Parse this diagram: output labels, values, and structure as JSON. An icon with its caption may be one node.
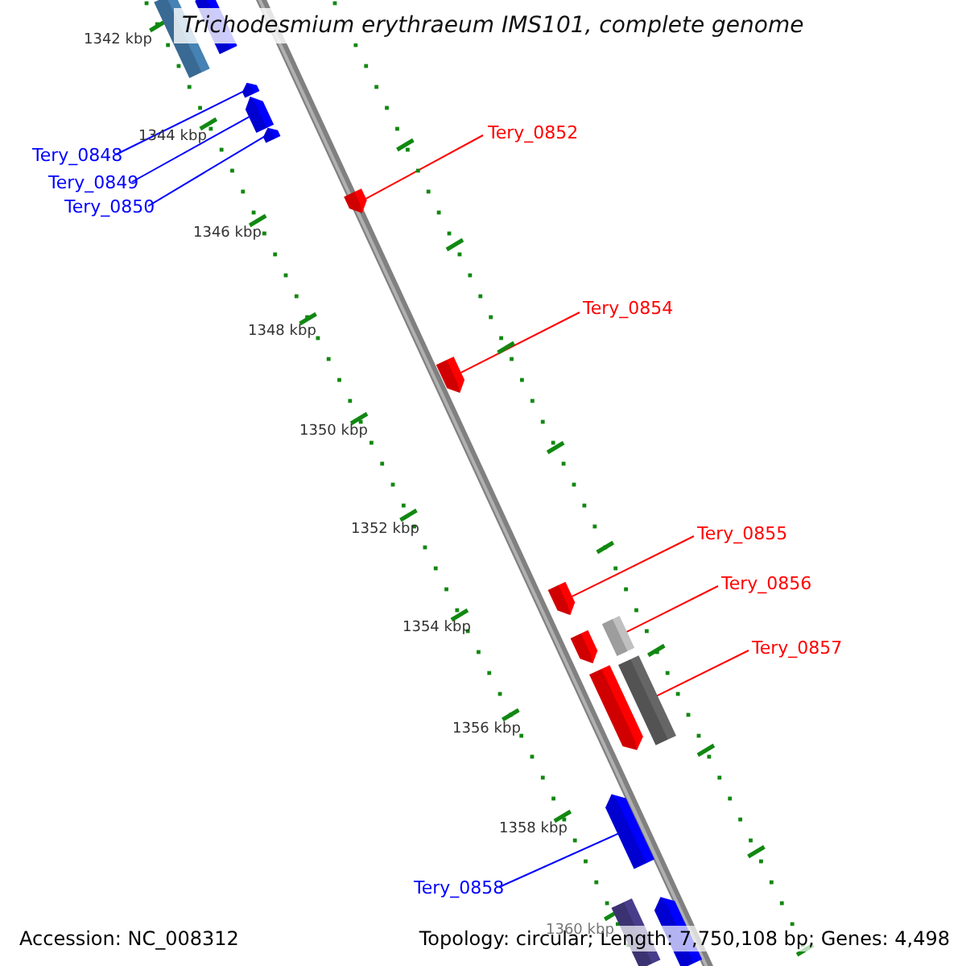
{
  "diagram": {
    "title": "Trichodesmium erythraeum IMS101, complete genome",
    "nodes": [
      {
        "text": [],
        "shape": "bar"
      },
      {
        "text": [],
        "shape": "bar"
      },
      {
        "text": [],
        "shape": "bar"
      },
      {
        "text": [],
        "shape": "bar"
      },
      {
        "text": [],
        "shape": "bar"
      },
      {
        "text": [],
        "shape": "bar"
      },
      {
        "text": [],
        "shape": "bar"
      },
      {
        "text": [],
        "shape": "bar"
      },
      {
        "text": [],
        "shape": "bar"
      },
      {
        "text": [],
        "shape": "bar"
      },
      {
        "text": [],
        "shape": "bar"
      },
      {
        "text": [],
        "shape": "bar"
      },
      {
        "text": [],
        "shape": "bar"
      },
      {
        "text": [],
        "shape": "bar"
      },
      {
        "text": [],
        "shape": "bar"
      },
      {
        "text": [
          "Tery_0848"
        ]
      },
      {
        "text": [
          "Tery_0849"
        ]
      },
      {
        "text": [
          "Tery_0850"
        ]
      },
      {
        "text": [
          "Tery_0852"
        ]
      },
      {
        "text": [
          "Tery_0854"
        ]
      },
      {
        "text": [
          "Tery_0855"
        ]
      },
      {
        "text": [
          "Tery_0856"
        ]
      },
      {
        "text": [
          "Tery_0857"
        ]
      },
      {
        "text": [
          "Tery_0858"
        ]
      }
    ],
    "edges": [
      {
        "from": 15,
        "to": 2,
        "arrow": "none",
        "color": "#0000ff"
      },
      {
        "from": 16,
        "to": 3,
        "arrow": "none",
        "color": "#0000ff"
      },
      {
        "from": 17,
        "to": 4,
        "arrow": "none",
        "color": "#0000ff"
      },
      {
        "from": 18,
        "to": 5,
        "arrow": "none"
      },
      {
        "from": 19,
        "to": 6,
        "arrow": "none"
      },
      {
        "from": 20,
        "to": 7,
        "arrow": "none"
      },
      {
        "from": 21,
        "to": 8,
        "arrow": "none"
      },
      {
        "from": 22,
        "to": 10,
        "arrow": "none"
      },
      {
        "from": 23,
        "to": 12,
        "arrow": "none",
        "color": "#0000ff"
      }
    ],
    "labels": [
      "1342 kbp",
      "1344 kbp",
      "1346 kbp",
      "1348 kbp",
      "1350 kbp",
      "1352 kbp",
      "1354 kbp",
      "1356 kbp",
      "1358 kbp",
      "1360 kbp",
      "Accession: NC_008312",
      "Topology: circular; Length: 7,750,108 bp; Genes: 4,498"
    ]
  }
}
